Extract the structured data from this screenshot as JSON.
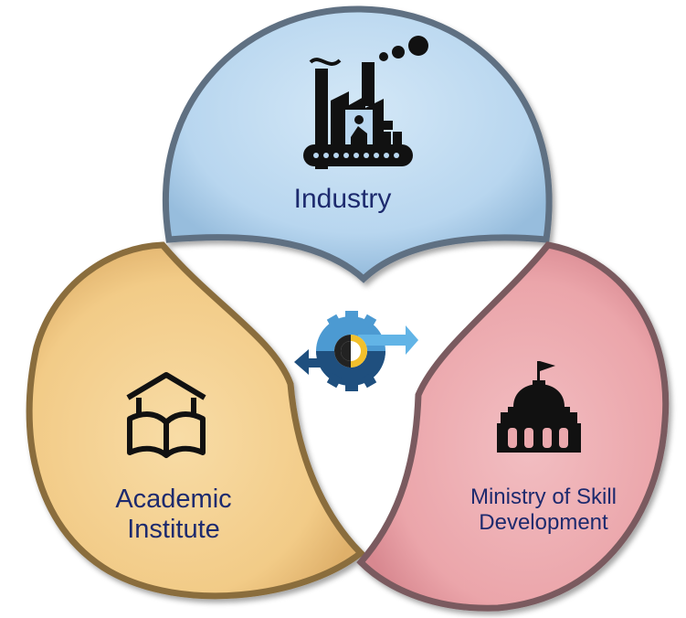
{
  "diagram": {
    "nodes": [
      {
        "id": "industry",
        "lines": [
          "Industry"
        ],
        "icon": "factory-icon",
        "color": "#b9d7f0"
      },
      {
        "id": "academic",
        "lines": [
          "Academic",
          "Institute"
        ],
        "icon": "book-house-icon",
        "color": "#f3cd8b"
      },
      {
        "id": "ministry",
        "lines": [
          "Ministry of Skill",
          "Development"
        ],
        "icon": "government-building-icon",
        "color": "#eba8ad"
      }
    ],
    "center": {
      "icon": "gear-exchange-icon"
    }
  }
}
